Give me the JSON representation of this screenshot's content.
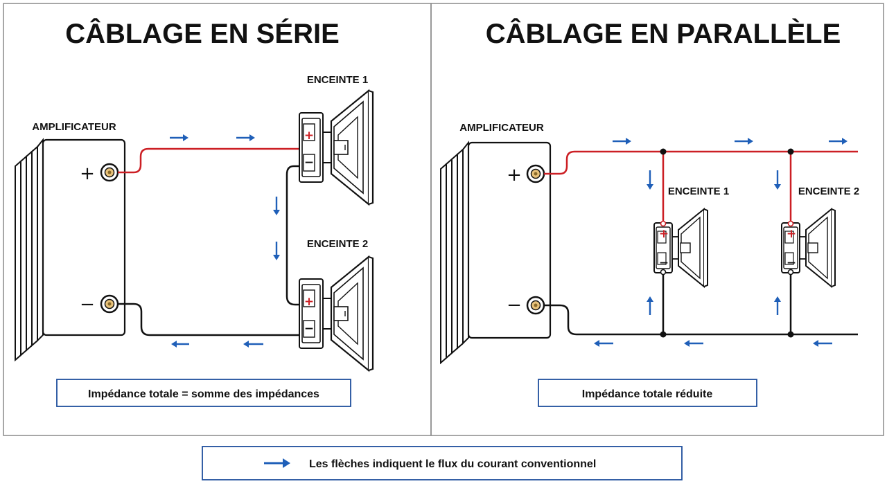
{
  "colors": {
    "positive_wire": "#cc1f24",
    "negative_wire": "#111111",
    "arrow": "#1f5fb8",
    "panel_border": "#8a8a8a",
    "caption_border": "#1f4e9c"
  },
  "serie": {
    "title": "CÂBLAGE EN SÉRIE",
    "amplifier_label": "AMPLIFICATEUR",
    "amp_plus": "+",
    "amp_minus": "−",
    "speaker1_label": "ENCEINTE 1",
    "speaker2_label": "ENCEINTE 2",
    "caption": "Impédance totale = somme des impédances"
  },
  "parallele": {
    "title": "CÂBLAGE EN PARALLÈLE",
    "amplifier_label": "AMPLIFICATEUR",
    "amp_plus": "+",
    "amp_minus": "−",
    "speaker1_label": "ENCEINTE 1",
    "speaker2_label": "ENCEINTE 2",
    "caption": "Impédance totale réduite"
  },
  "terminal_plus": "+",
  "terminal_minus": "−",
  "legend": {
    "icon": "arrow-right-icon",
    "text": "Les flèches indiquent le flux du courant conventionnel"
  }
}
